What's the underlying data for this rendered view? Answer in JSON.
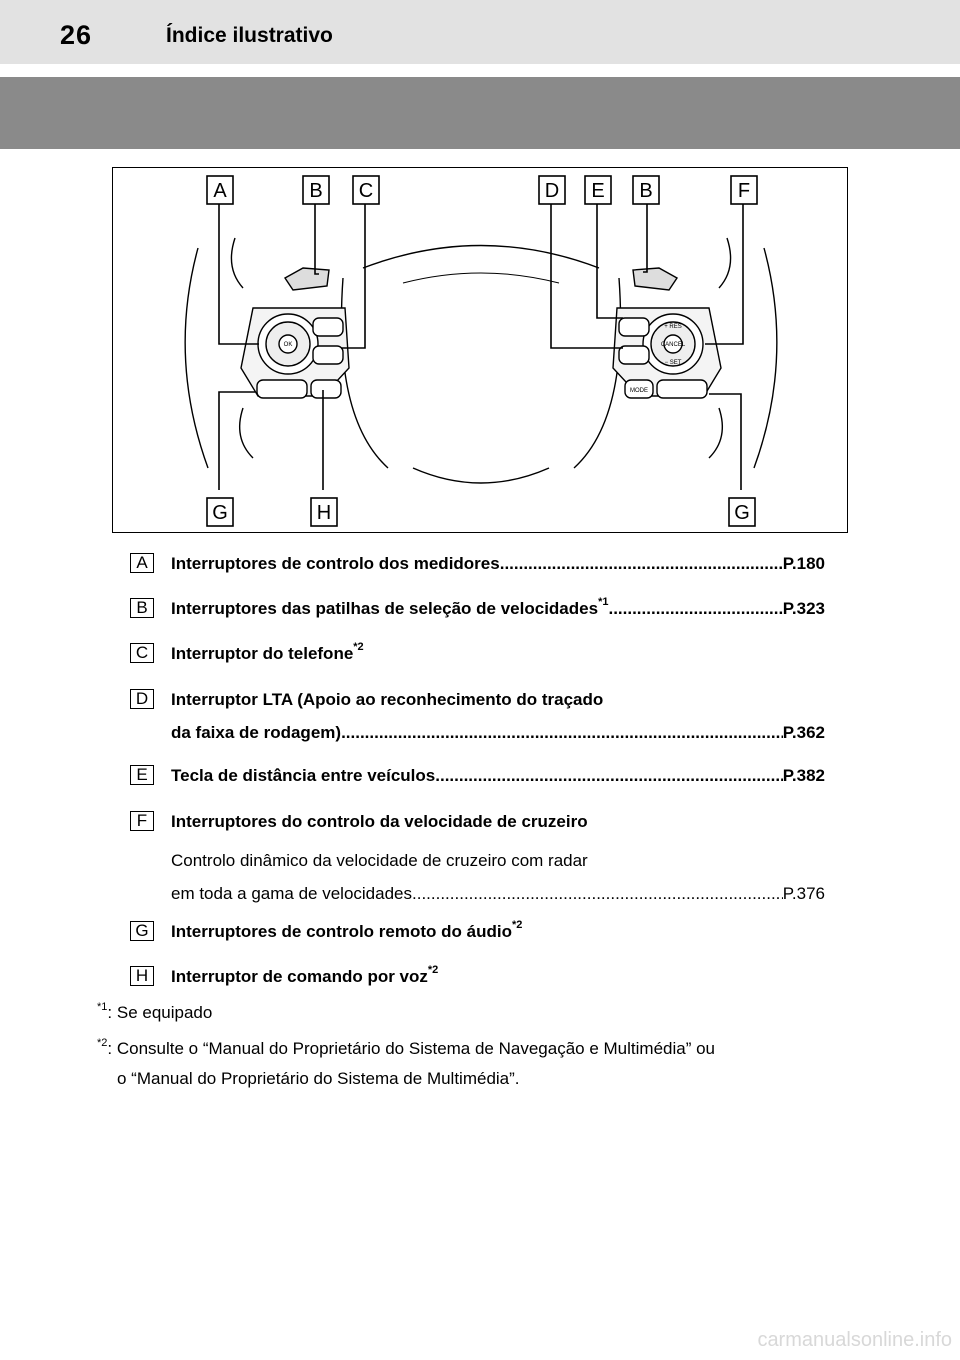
{
  "header": {
    "page_number": "26",
    "section_title": "Índice ilustrativo"
  },
  "figure": {
    "labels_top": [
      "A",
      "B",
      "C",
      "D",
      "E",
      "B",
      "F"
    ],
    "labels_bottom": [
      "G",
      "H",
      "G"
    ],
    "left_pad": {
      "ok": "OK"
    },
    "right_pad": {
      "res": "+ RES",
      "cancel": "CANCEL",
      "set": "− SET",
      "mode": "MODE"
    }
  },
  "entries": [
    {
      "badge": "A",
      "text": "Interruptores de controlo dos medidores",
      "ref": "P.180"
    },
    {
      "badge": "B",
      "text": "Interruptores das patilhas de seleção de velocidades",
      "sup": "*1",
      "ref": "P.323"
    },
    {
      "badge": "C",
      "text": "Interruptor do telefone",
      "sup": "*2"
    },
    {
      "badge": "D",
      "text_line1": "Interruptor LTA (Apoio ao reconhecimento do traçado",
      "text_line2": "da faixa de rodagem) ",
      "ref": "P.362"
    },
    {
      "badge": "E",
      "text": "Tecla de distância entre veículos",
      "ref": "P.382"
    },
    {
      "badge": "F",
      "text": "Interruptores do controlo da velocidade de cruzeiro",
      "sub_line1": "Controlo dinâmico da velocidade de cruzeiro com radar",
      "sub_line2": "em toda a gama de velocidades ",
      "sub_ref": "P.376"
    },
    {
      "badge": "G",
      "text": "Interruptores de controlo remoto do áudio",
      "sup": "*2"
    },
    {
      "badge": "H",
      "text": "Interruptor de comando por voz",
      "sup": "*2"
    }
  ],
  "notes": [
    {
      "mark": "*1",
      "text": ": Se equipado"
    },
    {
      "mark": "*2",
      "text": ": Consulte o “Manual do Proprietário do Sistema de Navegação e Multimédia” ou",
      "text2": "o “Manual do Proprietário do Sistema de Multimédia”."
    }
  ],
  "watermark": "carmanualsonline.info"
}
